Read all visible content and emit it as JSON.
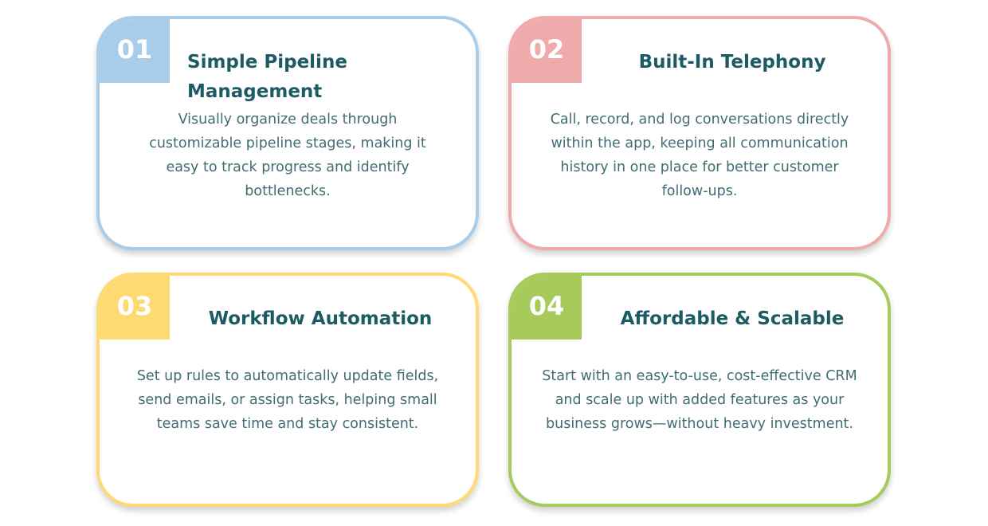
{
  "cards": [
    {
      "number": "01",
      "title": "Simple Pipeline Management",
      "body": "Visually organize deals through customizable pipeline stages, making it easy to track progress and identify bottlenecks.",
      "color": "#a9cde9"
    },
    {
      "number": "02",
      "title": "Built-In Telephony",
      "body": "Call, record, and log conversations directly within the app, keeping all communication history in one place for better customer follow-ups.",
      "color": "#efabab"
    },
    {
      "number": "03",
      "title": "Workflow Automation",
      "body": "Set up rules to automatically update fields, send emails, or assign tasks, helping small teams save time and stay consistent.",
      "color": "#ffd974"
    },
    {
      "number": "04",
      "title": "Affordable & Scalable",
      "body": "Start with an easy-to-use, cost-effective CRM and scale up with added features as your business grows—without heavy investment.",
      "color": "#a6cb5b"
    }
  ]
}
